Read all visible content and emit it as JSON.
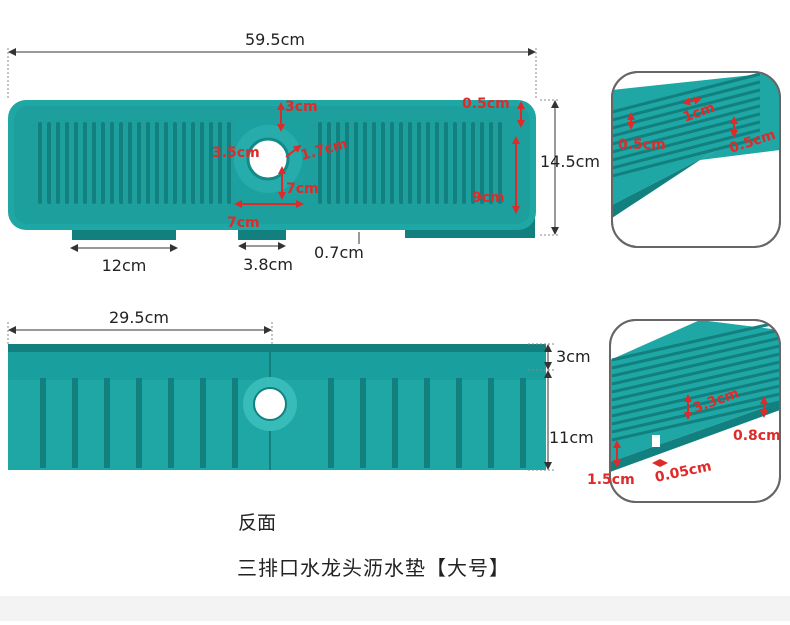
{
  "colors": {
    "teal": "#1fa7a5",
    "teal_dark": "#12807f",
    "teal_light": "#38bcb9",
    "red": "#e02a2a",
    "dim": "#333333"
  },
  "top_view": {
    "overall_length": "59.5cm",
    "overall_width": "14.5cm",
    "hole_offset_top": "3cm",
    "hole_offset_left": "3.5cm",
    "hole_diameter": "1.7cm",
    "hole_depth": "7cm",
    "hole_width": "7cm",
    "rim_height": "0.5cm",
    "groove_length": "9cm",
    "tab_width": "12cm",
    "notch_width": "3.8cm",
    "slot_width": "0.7cm"
  },
  "zoom_top": {
    "ridge_width": "1cm",
    "ridge_height": "0.5cm",
    "edge_height": "0.5cm"
  },
  "back_view": {
    "half_length": "29.5cm",
    "rim_height": "3cm",
    "body_height": "11cm"
  },
  "zoom_back": {
    "ridge_spacing": "3.3cm",
    "edge_height": "0.8cm",
    "slot_height": "1.5cm",
    "slot_width": "0.05cm"
  },
  "captions": {
    "face": "反面",
    "title": "三排口水龙头沥水垫【大号】"
  }
}
